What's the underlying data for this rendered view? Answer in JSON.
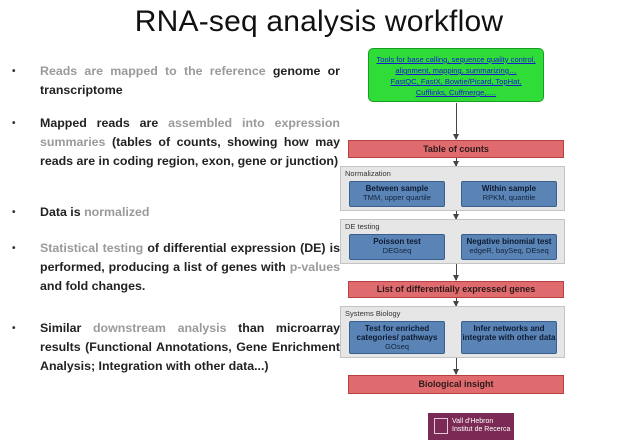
{
  "title": "RNA-seq analysis workflow",
  "bullets": [
    {
      "parts": [
        {
          "text": "Reads are mapped to the reference ",
          "style": "hl"
        },
        {
          "text": "genome or transcriptome",
          "style": "dk"
        }
      ]
    },
    {
      "parts": [
        {
          "text": "Mapped reads are ",
          "style": "dk"
        },
        {
          "text": "assembled into expression summaries",
          "style": "hl"
        },
        {
          "text": " (tables of counts, showing how may reads are in coding region, exon, gene or junction)",
          "style": "dk"
        }
      ]
    },
    {
      "parts": [
        {
          "text": "Data is ",
          "style": "dk"
        },
        {
          "text": "normalized",
          "style": "hl"
        }
      ]
    },
    {
      "parts": [
        {
          "text": "Statistical testing",
          "style": "hl"
        },
        {
          "text": " of differential expression (DE) is performed, producing a list of genes with ",
          "style": "dk"
        },
        {
          "text": "p-values",
          "style": "hl"
        },
        {
          "text": " and fold changes.",
          "style": "dk"
        }
      ]
    },
    {
      "parts": [
        {
          "text": "Similar ",
          "style": "dk"
        },
        {
          "text": "downstream analysis",
          "style": "hl"
        },
        {
          "text": " than microarray results (Functional Annotations, Gene Enrichment Analysis; Integration with other data...)",
          "style": "dk"
        }
      ]
    }
  ],
  "flow": {
    "tools_lines": [
      "Tools for base calling, sequence quality control,",
      "alignment, mapping, summarizing…",
      "FastQC, FastX, Bowtie/Picard, TopHat,",
      "Cufflinks, Cuffmerge,…."
    ],
    "table_of_counts": "Table of counts",
    "normalization_label": "Normalization",
    "between_sample": {
      "title": "Between sample",
      "sub": "TMM, upper quartile"
    },
    "within_sample": {
      "title": "Within sample",
      "sub": "RPKM, quantile"
    },
    "de_testing_label": "DE testing",
    "poisson_test": {
      "title": "Poisson test",
      "sub": "DEGseq"
    },
    "negative_binomial": {
      "title": "Negative binomial test",
      "sub": "edgeR, baySeq, DEseq"
    },
    "de_list": "List of differentially expressed genes",
    "systems_biology_label": "Systems Biology",
    "enriched_categories": {
      "title": "Test for enriched categories/ pathways",
      "sub": "GOseq"
    },
    "infer_networks": {
      "title": "Infer networks and integrate with other data",
      "sub": ""
    },
    "biological_insight": "Biological insight"
  },
  "logo": {
    "line1": "Vall d'Hebron",
    "line2": "Institut de Recerca"
  },
  "colors": {
    "tools_box": "#2fdc38",
    "red_box": "#e06b6f",
    "blue_box": "#5b84b6",
    "stage_bg": "#e6e6e6",
    "logo_bg": "#7a2a55"
  }
}
